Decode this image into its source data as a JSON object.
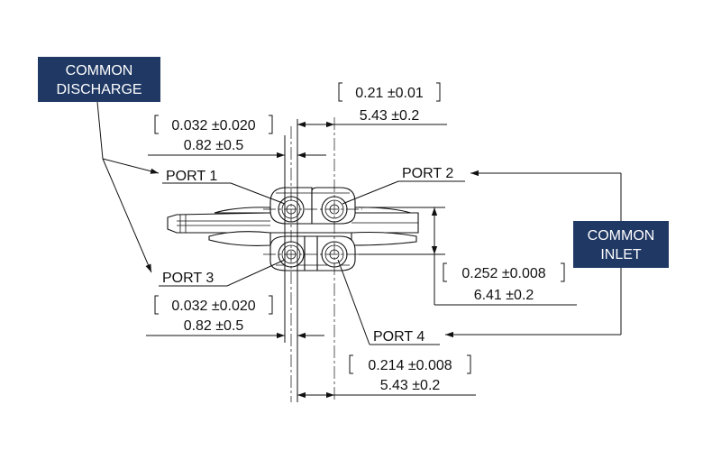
{
  "colors": {
    "box_fill": "#1f3864",
    "box_text": "#ffffff",
    "line": "#111111",
    "background": "#ffffff"
  },
  "callouts": {
    "common_discharge": {
      "line1": "COMMON",
      "line2": "DISCHARGE"
    },
    "common_inlet": {
      "line1": "COMMON",
      "line2": "INLET"
    }
  },
  "ports": {
    "port1": "PORT 1",
    "port2": "PORT 2",
    "port3": "PORT 3",
    "port4": "PORT 4"
  },
  "dimensions": {
    "top_spacing": {
      "inch": "0.21 ±0.01",
      "mm": "5.43 ±0.2"
    },
    "top_left_offset": {
      "inch": "0.032 ±0.020",
      "mm": "0.82 ±0.5"
    },
    "right_vertical": {
      "inch": "0.252 ±0.008",
      "mm": "6.41 ±0.2"
    },
    "bottom_left_offset": {
      "inch": "0.032 ±0.020",
      "mm": "0.82 ±0.5"
    },
    "bottom_spacing": {
      "inch": "0.214 ±0.008",
      "mm": "5.43 ±0.2"
    }
  }
}
